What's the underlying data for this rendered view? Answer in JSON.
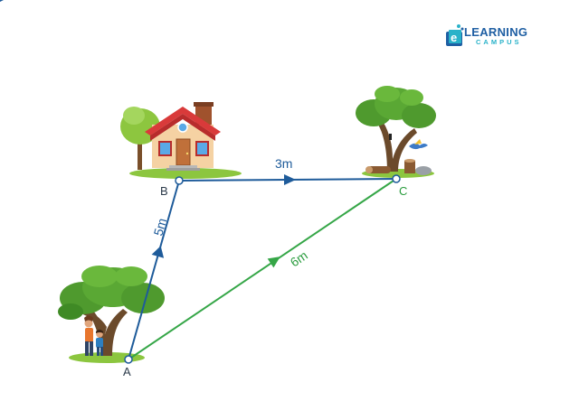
{
  "logo": {
    "line1": "LEARNING",
    "line2": "CAMPUS",
    "mark_letter": "e"
  },
  "points": {
    "A": "A",
    "B": "B",
    "C": "C"
  },
  "segments": {
    "AB": "5m",
    "BC": "3m",
    "AC": "6m"
  },
  "colors": {
    "blue_path": "#1e5b9a",
    "green_path": "#35a647",
    "logo_blue": "#1f5fa3",
    "logo_teal": "#29b2c9"
  }
}
